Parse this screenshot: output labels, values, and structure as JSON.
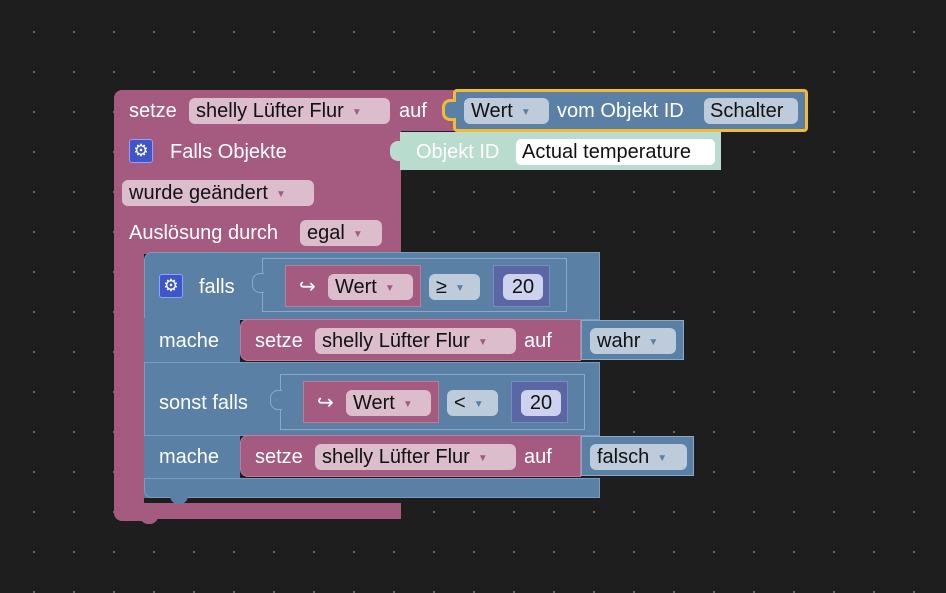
{
  "outer_block": {
    "setze_label": "setze",
    "variable": "shelly Lüfter Flur",
    "auf_label": "auf",
    "trigger_title": "Falls Objekte",
    "condition": "wurde geändert",
    "trigger_by_label": "Auslösung durch",
    "trigger_by_value": "egal"
  },
  "value_block": {
    "selector": "Wert",
    "from_label": "vom Objekt ID",
    "object_id": "Schalter"
  },
  "object_id_block": {
    "label": "Objekt ID",
    "value": "Actual temperature"
  },
  "if_block": {
    "if_label": "falls",
    "do_label": "mache",
    "elseif_label": "sonst falls",
    "do2_label": "mache",
    "cond1": {
      "arrow": "↪",
      "var": "Wert",
      "op": "≥",
      "num": "20"
    },
    "cond2": {
      "arrow": "↪",
      "var": "Wert",
      "op": "<",
      "num": "20"
    },
    "set1": {
      "setze_label": "setze",
      "variable": "shelly Lüfter Flur",
      "auf_label": "auf",
      "value": "wahr"
    },
    "set2": {
      "setze_label": "setze",
      "variable": "shelly Lüfter Flur",
      "auf_label": "auf",
      "value": "falsch"
    }
  },
  "icons": {
    "gear": "gear-icon",
    "dropdown": "triangle-down-icon",
    "arrow": "return-arrow-icon"
  },
  "colors": {
    "variables_block": "#a55b80",
    "logic_block": "#5b80a5",
    "math_block": "#5b67a5",
    "id_block": "#b9dccf",
    "selection_highlight": "#f2bb33",
    "workspace": "#1e1e1e"
  }
}
